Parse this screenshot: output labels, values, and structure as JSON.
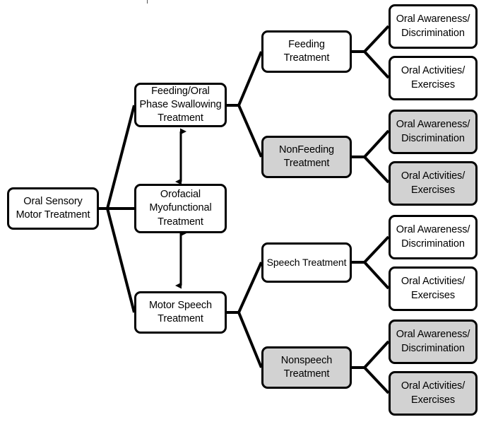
{
  "diagram": {
    "title": "Oral Sensory Motor Treatment",
    "type": "hierarchy-tree",
    "colors": {
      "stroke": "#000000",
      "fill_plain": "#ffffff",
      "fill_shaded": "#d2d2d2",
      "text": "#000000",
      "background": "#ffffff"
    },
    "artifact_text": "",
    "nodes": {
      "root": {
        "label": "Oral Sensory\nMotor Treatment",
        "shaded": false
      },
      "feeding_oral_phase": {
        "label": "Feeding/Oral\nPhase Swallowing\nTreatment",
        "shaded": false
      },
      "orofacial": {
        "label": "Orofacial\nMyofunctional\nTreatment",
        "shaded": false
      },
      "motor_speech": {
        "label": "Motor Speech\nTreatment",
        "shaded": false
      },
      "feeding_treatment": {
        "label": "Feeding\nTreatment",
        "shaded": false
      },
      "nonfeeding_treatment": {
        "label": "NonFeeding\nTreatment",
        "shaded": true
      },
      "speech_treatment": {
        "label": "Speech Treatment",
        "shaded": false
      },
      "nonspeech_treatment": {
        "label": "Nonspeech\nTreatment",
        "shaded": true
      },
      "leaf_1": {
        "label": "Oral Awareness/\nDiscrimination",
        "shaded": false
      },
      "leaf_2": {
        "label": "Oral Activities/\nExercises",
        "shaded": false
      },
      "leaf_3": {
        "label": "Oral Awareness/\nDiscrimination",
        "shaded": true
      },
      "leaf_4": {
        "label": "Oral Activities/\nExercises",
        "shaded": true
      },
      "leaf_5": {
        "label": "Oral Awareness/\nDiscrimination",
        "shaded": false
      },
      "leaf_6": {
        "label": "Oral Activities/\nExercises",
        "shaded": false
      },
      "leaf_7": {
        "label": "Oral Awareness/\nDiscrimination",
        "shaded": true
      },
      "leaf_8": {
        "label": "Oral Activities/\nExercises",
        "shaded": true
      }
    },
    "edges": [
      {
        "from": "root",
        "to": "feeding_oral_phase",
        "style": "line"
      },
      {
        "from": "root",
        "to": "orofacial",
        "style": "line"
      },
      {
        "from": "root",
        "to": "motor_speech",
        "style": "line"
      },
      {
        "from": "feeding_oral_phase",
        "to": "orofacial",
        "style": "double-arrow"
      },
      {
        "from": "orofacial",
        "to": "motor_speech",
        "style": "double-arrow"
      },
      {
        "from": "feeding_oral_phase",
        "to": "feeding_treatment",
        "style": "line"
      },
      {
        "from": "feeding_oral_phase",
        "to": "nonfeeding_treatment",
        "style": "line"
      },
      {
        "from": "motor_speech",
        "to": "speech_treatment",
        "style": "line"
      },
      {
        "from": "motor_speech",
        "to": "nonspeech_treatment",
        "style": "line"
      },
      {
        "from": "feeding_treatment",
        "to": "leaf_1",
        "style": "line"
      },
      {
        "from": "feeding_treatment",
        "to": "leaf_2",
        "style": "line"
      },
      {
        "from": "nonfeeding_treatment",
        "to": "leaf_3",
        "style": "line"
      },
      {
        "from": "nonfeeding_treatment",
        "to": "leaf_4",
        "style": "line"
      },
      {
        "from": "speech_treatment",
        "to": "leaf_5",
        "style": "line"
      },
      {
        "from": "speech_treatment",
        "to": "leaf_6",
        "style": "line"
      },
      {
        "from": "nonspeech_treatment",
        "to": "leaf_7",
        "style": "line"
      },
      {
        "from": "nonspeech_treatment",
        "to": "leaf_8",
        "style": "line"
      }
    ]
  }
}
